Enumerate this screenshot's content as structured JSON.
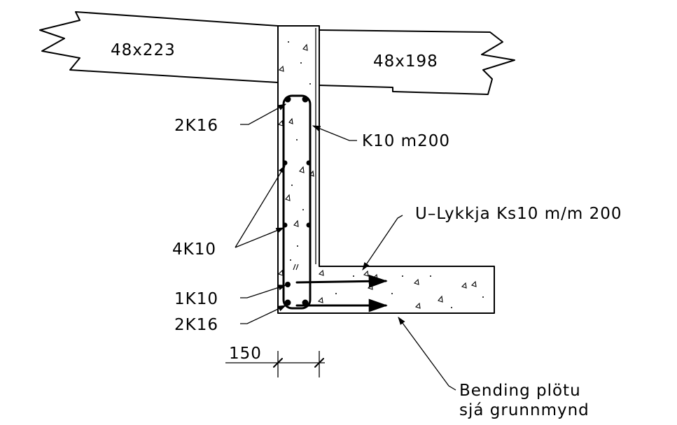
{
  "beams": {
    "left": "48x223",
    "right": "48x198"
  },
  "labels": {
    "top_corner_bars": "2K16",
    "stirrups": "K10 m200",
    "u_loops": "U–Lykkja Ks10 m/m 200",
    "side_bars": "4K10",
    "foot_bar": "1K10",
    "bottom_corner_bars": "2K16",
    "dimension": "150",
    "slab_note_line1": "Bending plötu",
    "slab_note_line2": "sjá grunnmynd"
  }
}
